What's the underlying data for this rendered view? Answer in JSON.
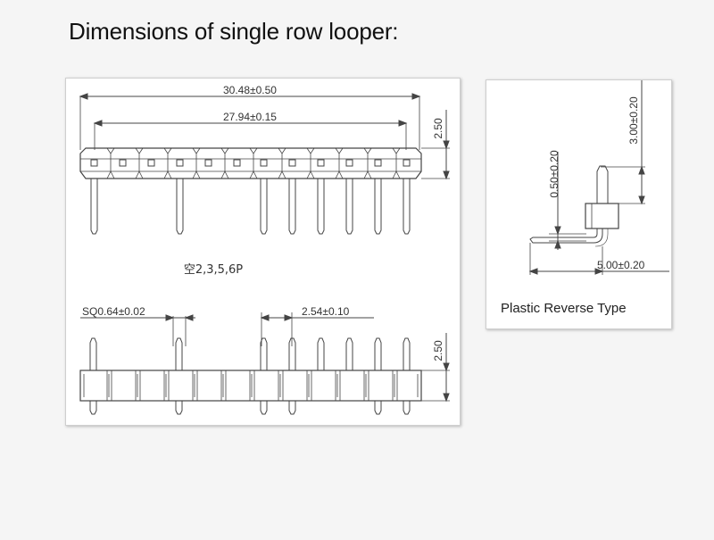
{
  "heading": "Dimensions of single row looper:",
  "main_drawing": {
    "overall_length": "30.48±0.50",
    "end_pin_span": "27.94±0.15",
    "height_top": "2.50",
    "note": "空2,3,5,6P",
    "pin_size": "SQ0.64±0.02",
    "pitch": "2.54±0.10",
    "height_bottom": "2.50"
  },
  "side_drawing": {
    "dim_vertical_small": "0.50±0.20",
    "dim_vertical_large": "3.00±0.20",
    "dim_horizontal": "5.00±0.20",
    "caption": "Plastic Reverse Type"
  }
}
